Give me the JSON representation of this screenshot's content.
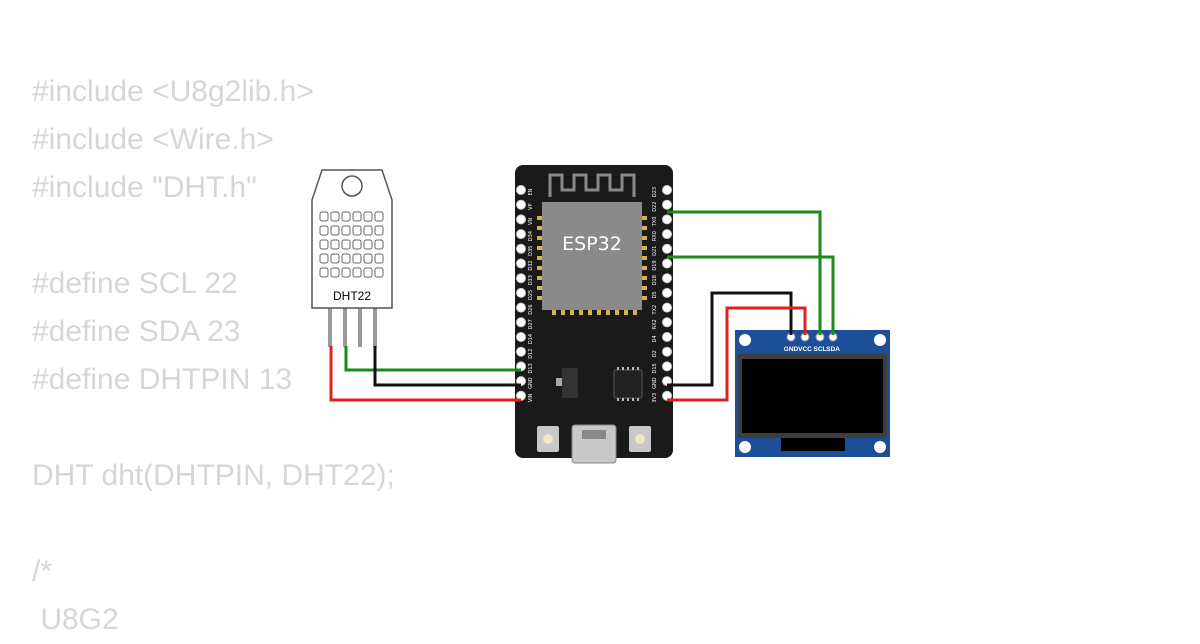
{
  "code": {
    "lines": [
      "#include <U8g2lib.h>",
      "#include <Wire.h>",
      "#include \"DHT.h\"",
      "",
      "#define SCL 22",
      "#define SDA 23",
      "#define DHTPIN 13",
      "",
      "DHT dht(DHTPIN, DHT22);",
      "",
      "/*",
      " U8G2"
    ]
  },
  "components": {
    "sensor": {
      "label": "DHT22"
    },
    "mcu": {
      "label": "ESP32",
      "left_pins": [
        "EN",
        "VP",
        "VN",
        "D34",
        "D35",
        "D32",
        "D33",
        "D25",
        "D26",
        "D27",
        "D14",
        "D12",
        "D13",
        "GND",
        "VIN"
      ],
      "right_pins": [
        "D23",
        "D22",
        "TX0",
        "RX0",
        "D21",
        "D19",
        "D18",
        "D5",
        "TX2",
        "RX2",
        "D4",
        "D2",
        "D15",
        "GND",
        "3V3"
      ]
    },
    "display": {
      "pins": [
        "GND",
        "VCC",
        "SCL",
        "SDA"
      ]
    }
  },
  "colors": {
    "code_text": "#d6d6d6",
    "board": "#1a1a1a",
    "chip": "#8a8a8a",
    "oled_pcb": "#1d4f99",
    "sensor_body": "#ffffff",
    "wire_green": "#1a8a1a",
    "wire_red": "#e02020",
    "wire_black": "#111111"
  }
}
